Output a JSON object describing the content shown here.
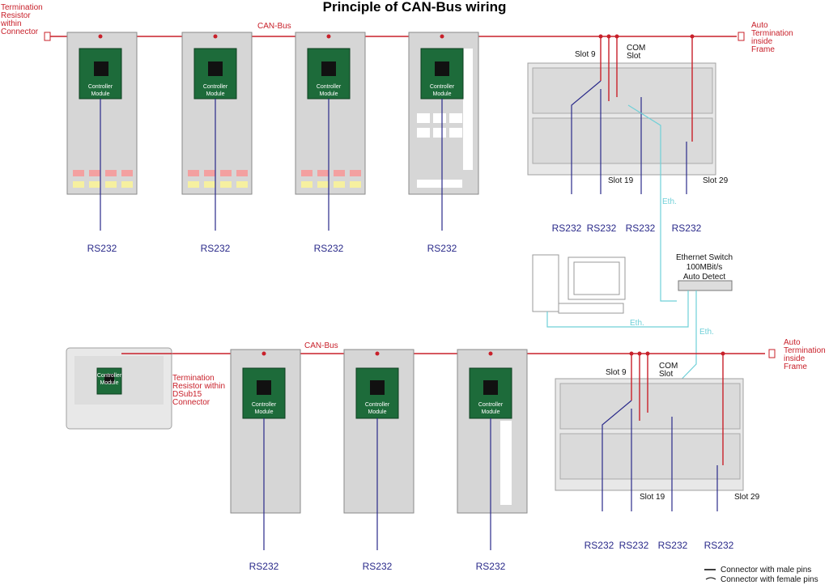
{
  "title": "Principle of CAN-Bus wiring",
  "top_row": {
    "bus_label": "CAN-Bus",
    "left_termination": [
      "Termination",
      "Resistor",
      "within",
      "Connector"
    ],
    "right_termination": [
      "Auto",
      "Termination",
      "inside",
      "Frame"
    ],
    "frame_slots": {
      "slot9": "Slot 9",
      "com": [
        "COM",
        "Slot"
      ],
      "slot19": "Slot 19",
      "slot29": "Slot 29"
    },
    "panel_rs232": [
      "RS232",
      "RS232",
      "RS232",
      "RS232"
    ],
    "frame_rs232": [
      "RS232",
      "RS232",
      "RS232",
      "RS232"
    ],
    "eth_label": "Eth."
  },
  "bottom_row": {
    "bus_label": "CAN-Bus",
    "left_termination": [
      "Termination",
      "Resistor within",
      "DSub15",
      "Connector"
    ],
    "right_termination": [
      "Auto",
      "Termination",
      "inside",
      "Frame"
    ],
    "frame_slots": {
      "slot9": "Slot 9",
      "com": [
        "COM",
        "Slot"
      ],
      "slot19": "Slot 19",
      "slot29": "Slot 29"
    },
    "panel_rs232": [
      "RS232",
      "RS232",
      "RS232"
    ],
    "frame_rs232": [
      "RS232",
      "RS232",
      "RS232",
      "RS232"
    ],
    "eth_label": "Eth."
  },
  "controller_module": [
    "Controller",
    "Module"
  ],
  "ethernet_switch": [
    "Ethernet Switch",
    "100MBit/s",
    "Auto Detect"
  ],
  "pc_eth_label": "Eth.",
  "legend": {
    "male": "Connector with male pins",
    "female": "Connector with female pins"
  },
  "colors": {
    "can_bus": "#c8202a",
    "serial": "#2a2a8a",
    "ethernet": "#6fd0d8",
    "controller": "#1d6b3a"
  }
}
